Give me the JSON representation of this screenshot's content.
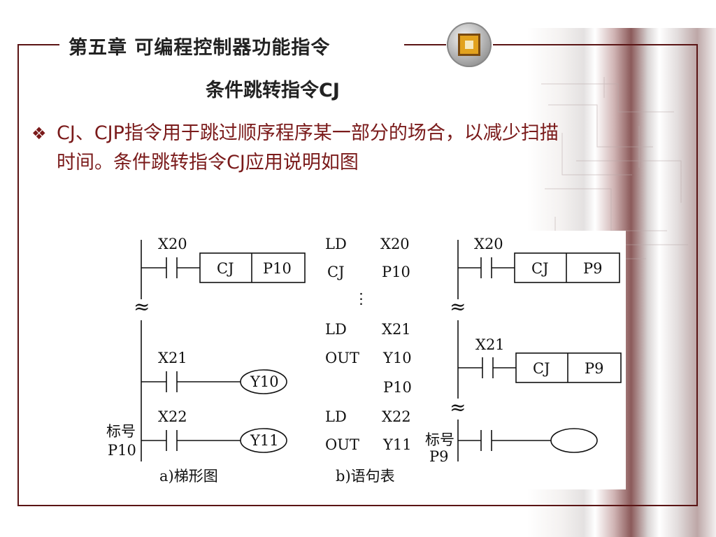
{
  "header": {
    "chapter_title": "第五章  可编程控制器功能指令"
  },
  "slide": {
    "subtitle": "条件跳转指令CJ",
    "bullet_text": "CJ、CJP指令用于跳过顺序程序某一部分的场合，以减少扫描时间。条件跳转指令CJ应用说明如图"
  },
  "diagram": {
    "ladder_a": {
      "contact1": "X20",
      "instr1": "CJ",
      "operand1": "P10",
      "contact2": "X21",
      "coil2": "Y10",
      "contact3": "X22",
      "coil3": "Y11",
      "label_tag": "标号",
      "label_ptr": "P10",
      "caption": "a)梯形图"
    },
    "statement_table": {
      "rows": [
        {
          "op": "LD",
          "arg": "X20"
        },
        {
          "op": "CJ",
          "arg": "P10"
        },
        {
          "op": "LD",
          "arg": "X21"
        },
        {
          "op": "OUT",
          "arg": "Y10"
        },
        {
          "op": "",
          "arg": "P10"
        },
        {
          "op": "LD",
          "arg": "X22"
        },
        {
          "op": "OUT",
          "arg": "Y11"
        }
      ],
      "ellipsis": "⋮",
      "caption": "b)语句表"
    },
    "ladder_c": {
      "contact1": "X20",
      "instr1": "CJ",
      "operand1": "P9",
      "contact2": "X21",
      "instr2": "CJ",
      "operand2": "P9",
      "label_tag": "标号",
      "label_ptr": "P9"
    },
    "break_symbol": "≈"
  }
}
